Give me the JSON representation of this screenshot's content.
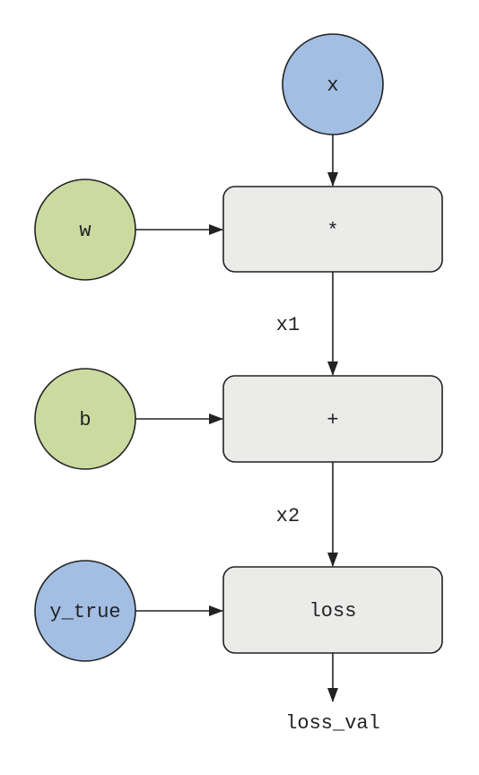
{
  "colors": {
    "input_node": "#a2bee3",
    "param_node": "#cbdba0",
    "op_box": "#ebebe9",
    "stroke": "#222222"
  },
  "nodes": {
    "x": {
      "label": "x"
    },
    "w": {
      "label": "w"
    },
    "b": {
      "label": "b"
    },
    "y_true": {
      "label": "y_true"
    }
  },
  "ops": {
    "mul": {
      "label": "*"
    },
    "add": {
      "label": "+"
    },
    "loss": {
      "label": "loss"
    }
  },
  "edge_labels": {
    "x1": "x1",
    "x2": "x2",
    "loss_val": "loss_val"
  }
}
